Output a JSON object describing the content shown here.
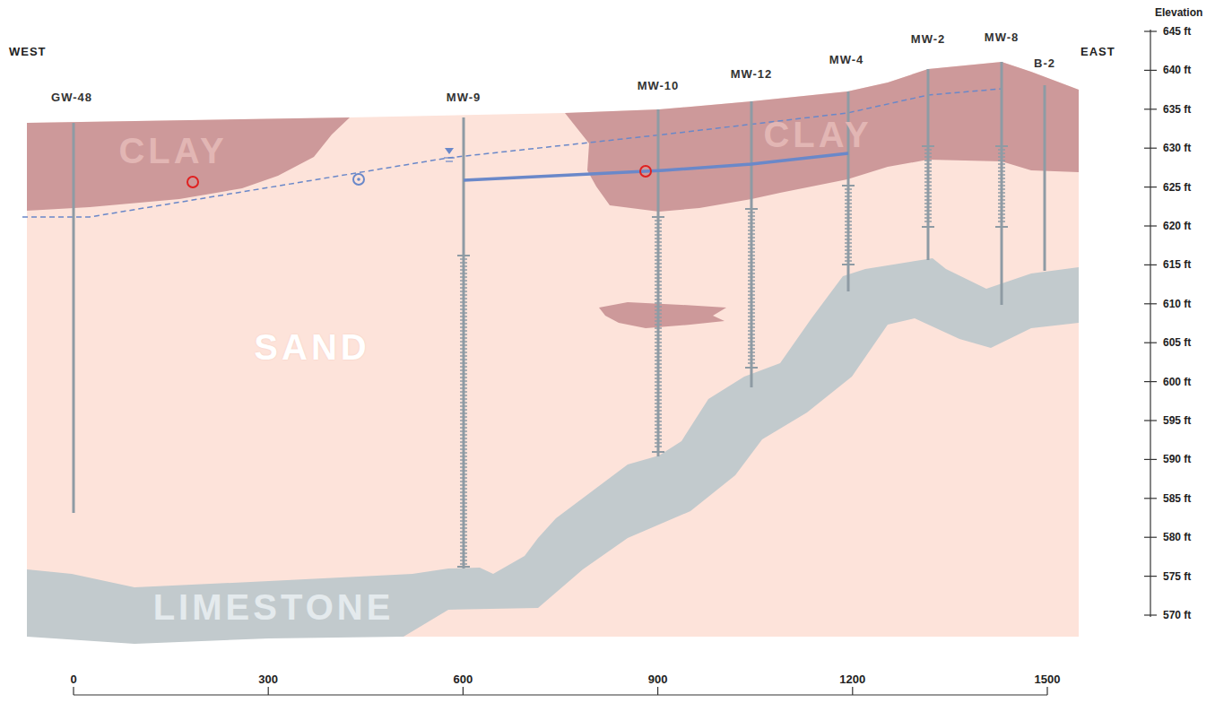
{
  "diagram": {
    "labels": [
      "WEST",
      "EAST",
      "Elevation",
      "645 ft",
      "640 ft",
      "635 ft",
      "630 ft",
      "625 ft",
      "620 ft",
      "615 ft",
      "610 ft",
      "605 ft",
      "600 ft",
      "595 ft",
      "590 ft",
      "585 ft",
      "580 ft",
      "575 ft",
      "570 ft",
      "GW-48",
      "MW-9",
      "MW-10",
      "MW-12",
      "MW-4",
      "MW-2",
      "MW-8",
      "B-2",
      "CLAY",
      "CLAY",
      "SAND",
      "LIMESTONE",
      "0",
      "300",
      "600",
      "900",
      "1200",
      "1500"
    ]
  }
}
